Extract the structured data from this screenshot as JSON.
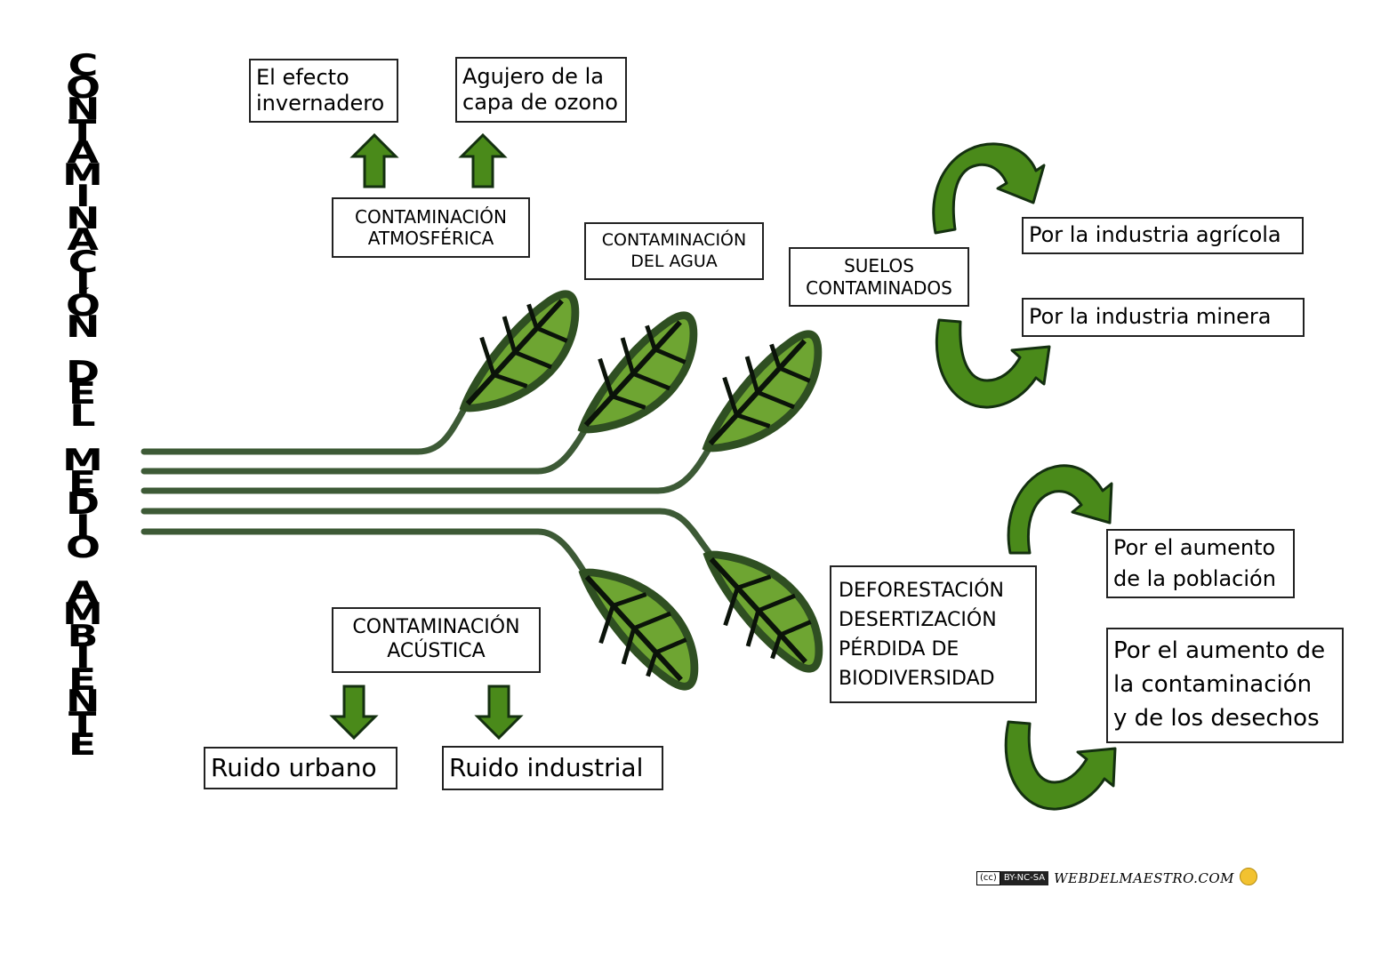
{
  "title": "CONTAMINACIÓN DEL MEDIO AMBIENTE",
  "title_words": [
    "CONTAMINACIÓN",
    "DEL",
    "MEDIO",
    "AMBIENTE"
  ],
  "atmosferica": {
    "label": "CONTAMINACIÓN\nATMOSFÉRICA",
    "effects": [
      "El efecto\ninvernadero",
      "Agujero de la\ncapa de ozono"
    ]
  },
  "agua": {
    "label": "CONTAMINACIÓN\nDEL AGUA"
  },
  "suelos": {
    "label": "SUELOS\nCONTAMINADOS",
    "causes": [
      "Por la industria agrícola",
      "Por la industria minera"
    ]
  },
  "deforestacion": {
    "label": "DEFORESTACIÓN\nDESERTIZACIÓN\nPÉRDIDA DE\nBIODIVERSIDAD",
    "causes": [
      "Por el aumento\nde la población",
      "Por el aumento de\nla contaminación\ny de los desechos"
    ]
  },
  "acustica": {
    "label": "CONTAMINACIÓN\nACÚSTICA",
    "effects": [
      "Ruido urbano",
      "Ruido industrial"
    ]
  },
  "credit": {
    "cc": "(cc)",
    "license": "BY-NC-SA",
    "site": "WEBDELMAESTRO.COM"
  },
  "colors": {
    "leaf_fill": "#6ea532",
    "leaf_edge": "#2f4f22",
    "leaf_vein": "#0b130a",
    "arrow_fill": "#4a8a1a",
    "arrow_edge": "#143010",
    "stem": "#3d5a36"
  }
}
